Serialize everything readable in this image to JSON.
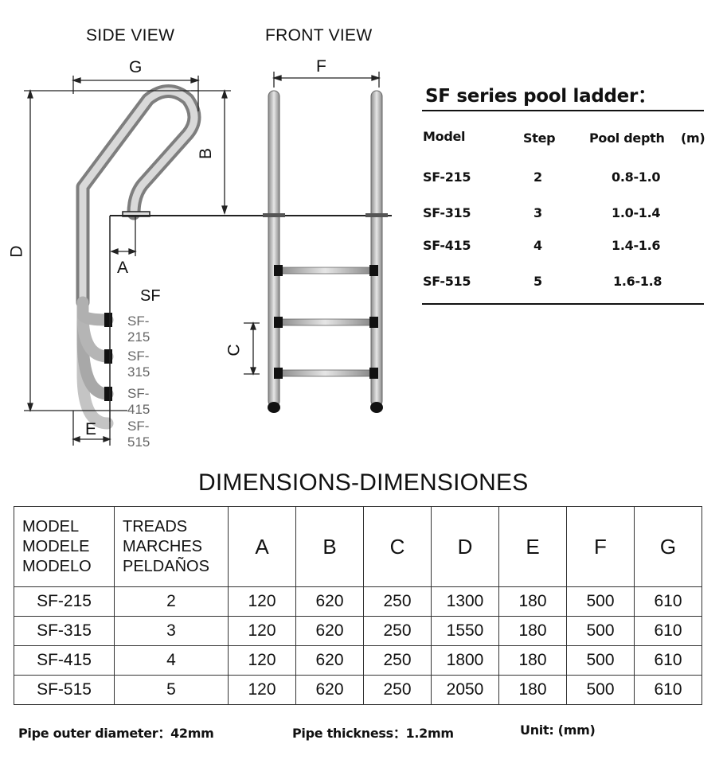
{
  "views": {
    "side_title": "SIDE VIEW",
    "front_title": "FRONT VIEW"
  },
  "dim_labels": {
    "A": "A",
    "B": "B",
    "C": "C",
    "D": "D",
    "E": "E",
    "F": "F",
    "G": "G"
  },
  "side_models": {
    "heading": "SF",
    "items": [
      "SF-215",
      "SF-315",
      "SF-415",
      "SF-515"
    ]
  },
  "spec_table": {
    "title": "SF series pool ladder：",
    "headers": [
      "Model",
      "Step",
      "Pool depth",
      "(m)"
    ],
    "rows": [
      [
        "SF-215",
        "2",
        "0.8-1.0"
      ],
      [
        "SF-315",
        "3",
        "1.0-1.4"
      ],
      [
        "SF-415",
        "4",
        "1.4-1.6"
      ],
      [
        "SF-515",
        "5",
        "1.6-1.8"
      ]
    ]
  },
  "dimensions": {
    "title": "DIMENSIONS-DIMENSIONES",
    "headers": {
      "model": [
        "MODEL",
        "MODELE",
        "MODELO"
      ],
      "treads": [
        "TREADS",
        "MARCHES",
        "PELDAÑOS"
      ],
      "cols": [
        "A",
        "B",
        "C",
        "D",
        "E",
        "F",
        "G"
      ]
    },
    "rows": [
      [
        "SF-215",
        "2",
        "120",
        "620",
        "250",
        "1300",
        "180",
        "500",
        "610"
      ],
      [
        "SF-315",
        "3",
        "120",
        "620",
        "250",
        "1550",
        "180",
        "500",
        "610"
      ],
      [
        "SF-415",
        "4",
        "120",
        "620",
        "250",
        "1800",
        "180",
        "500",
        "610"
      ],
      [
        "SF-515",
        "5",
        "120",
        "620",
        "250",
        "2050",
        "180",
        "500",
        "610"
      ]
    ]
  },
  "footer": {
    "pipe_diameter": "Pipe outer diameter：42mm",
    "pipe_thickness": "Pipe  thickness：1.2mm",
    "unit": "Unit: (mm)"
  }
}
